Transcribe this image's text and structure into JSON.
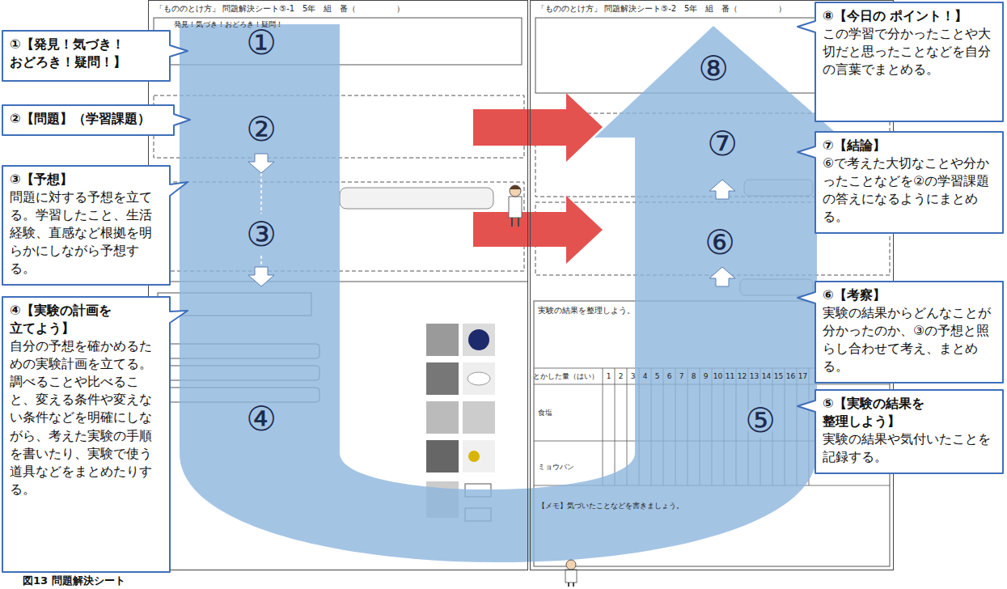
{
  "diagram": {
    "caption": "図13 問題解決シート",
    "nodes": [
      {
        "text": [
          "①【発見！気づき！ おどろき！疑問！】"
        ]
      },
      {
        "text": [
          "②【問題】（学習課題）"
        ]
      },
      {
        "text": [
          "③【予想】",
          "問題に対する予想を立てる。学習したこと、生活経験、直感など根拠を明らかにしながら予想する。"
        ]
      },
      {
        "text": [
          "④【実験の計画を 立てよう】",
          "自分の予想を確かめるための実験計画を立てる。調べることや比べること、変える条件や変えない条件などを明確にしながら、考えた実験の手順を書いたり、実験で使う道具などをまとめたりする。"
        ]
      },
      {
        "text": [
          "「もののとけ方」 問題解決シート⑤-1　5年　組　番（　　　　　）"
        ]
      },
      {
        "text": [
          "「もののとけ方」 問題解決シート⑤-2　5年　組　番（　　　　　）"
        ]
      },
      {
        "text": [
          "⑧【今日の ポイント！】",
          "この学習で分かったことや大切だと思ったことなどを自分の言葉でまとめる。"
        ]
      },
      {
        "text": [
          "⑦【結論】",
          "⑥で考えた大切なことや分かったことなどを②の学習課題の答えになるようにまとめる。"
        ]
      },
      {
        "text": [
          "⑥【考察】",
          "実験の結果からどんなことが分かったのか、③の予想と照らし合わせて考え、まとめる。"
        ]
      },
      {
        "text": [
          "⑤【実験の結果を 整理しよう】",
          "実験の結果や気付いたことを記録する。"
        ]
      }
    ],
    "labels": [
      "①",
      "②",
      "③",
      "④",
      "⑤",
      "⑥",
      "⑦",
      "⑧",
      "発見！気づき！おどろき！疑問！",
      "実験の結果を整理しよう。",
      "とかした量（はい）",
      "1",
      "2",
      "3",
      "4",
      "5",
      "6",
      "7",
      "8",
      "9",
      "10",
      "11",
      "12",
      "13",
      "14",
      "15",
      "16",
      "17",
      "食塩",
      "ミョウバン",
      "【メモ】気づいたことなどを書きましょう。"
    ]
  }
}
